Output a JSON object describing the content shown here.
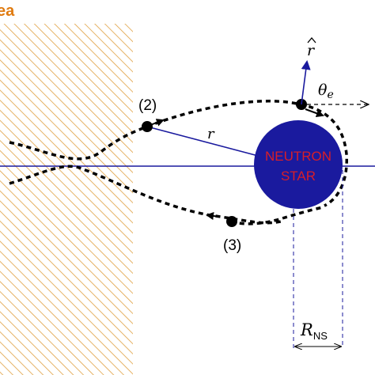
{
  "corner_label": "ea",
  "star": {
    "line1": "NEUTRON",
    "line2": "STAR"
  },
  "labels": {
    "pos2": "(2)",
    "pos3": "(3)",
    "radius": "r",
    "r_hat": "r",
    "theta_base": "θ",
    "theta_sub": "e",
    "rns_base": "R",
    "rns_sub": "NS"
  },
  "colors": {
    "hatch": "#e0a040",
    "corner_label": "#e07b10",
    "star_fill": "#1a1a9e",
    "star_text": "#d81e28",
    "axis": "#1a1a9e",
    "radius_line": "#1a1a9e",
    "path": "#000000"
  }
}
